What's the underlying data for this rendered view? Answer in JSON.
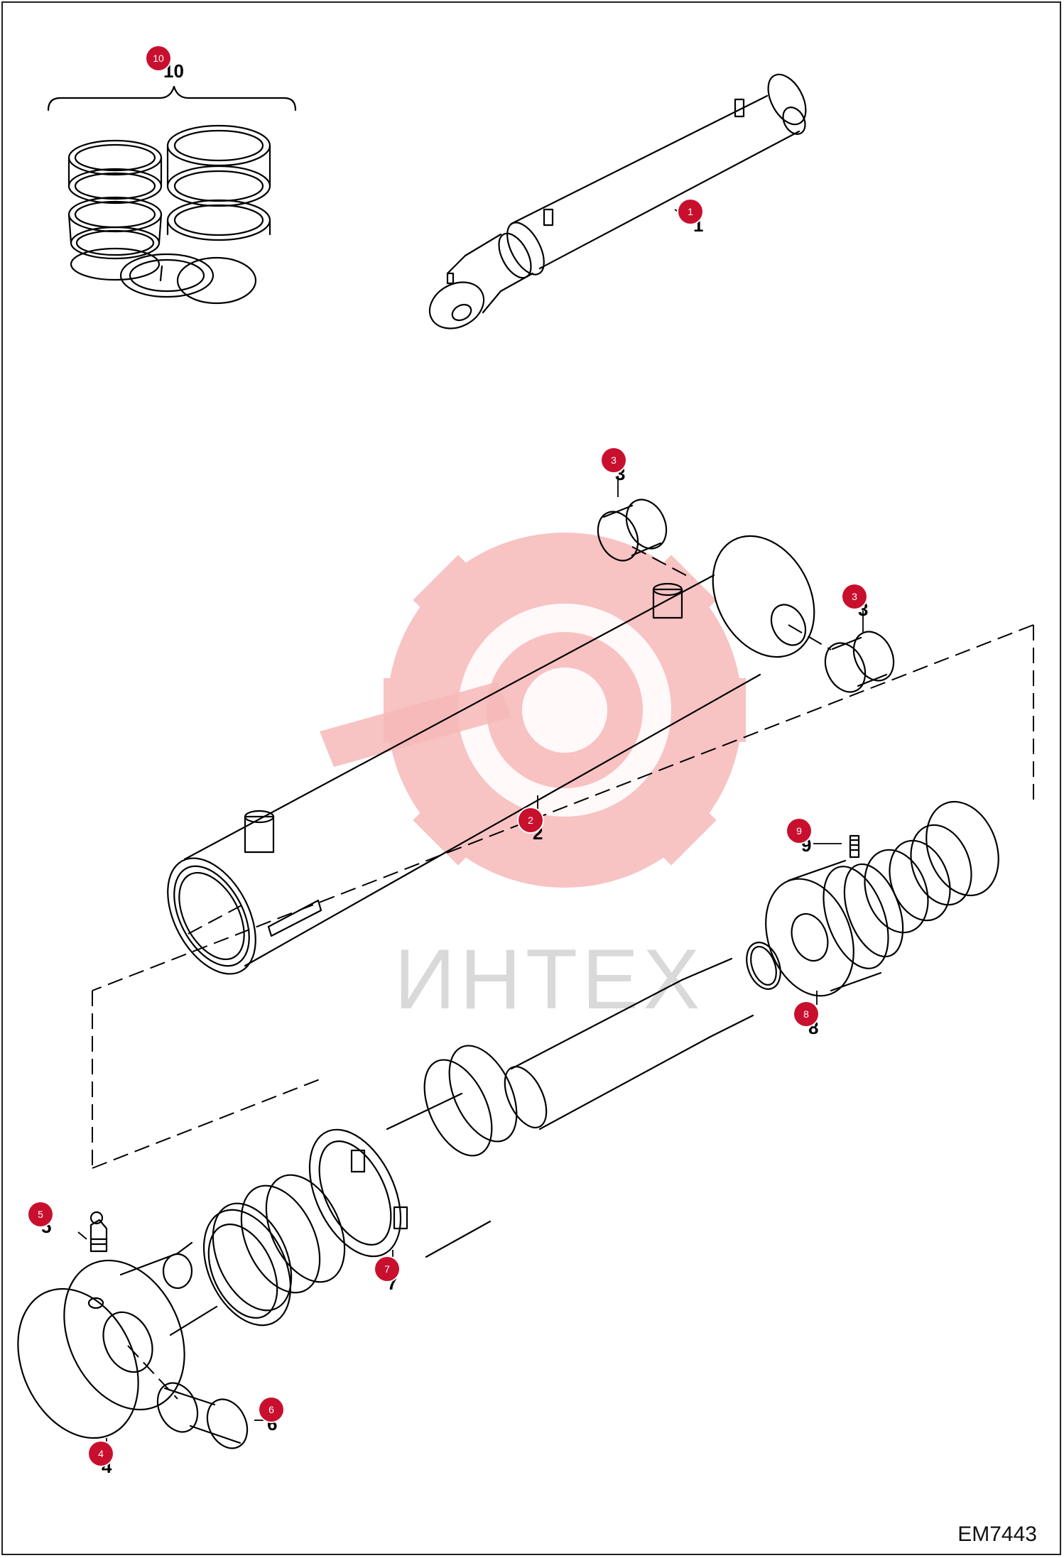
{
  "watermark": {
    "text": "ИНТЕХ",
    "color": "#f5b4b4"
  },
  "drawing_code": "EM7443",
  "callout_color": "#c8102e",
  "parts": [
    {
      "id": "p1",
      "num": "1"
    },
    {
      "id": "p2",
      "num": "2"
    },
    {
      "id": "p3a",
      "num": "3"
    },
    {
      "id": "p3b",
      "num": "3"
    },
    {
      "id": "p4",
      "num": "4"
    },
    {
      "id": "p5",
      "num": "5"
    },
    {
      "id": "p6",
      "num": "6"
    },
    {
      "id": "p7",
      "num": "7"
    },
    {
      "id": "p8",
      "num": "8"
    },
    {
      "id": "p9",
      "num": "9"
    },
    {
      "id": "p10",
      "num": "10"
    }
  ]
}
